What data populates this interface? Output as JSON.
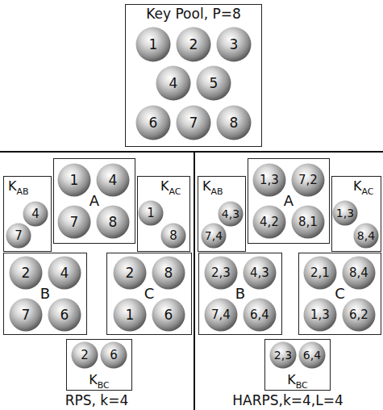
{
  "diagram": {
    "nodes": [
      {
        "text": [
          "Key Pool, P=8"
        ]
      },
      {
        "text": [
          "1"
        ],
        "in": 0
      },
      {
        "text": [
          "2"
        ],
        "in": 0
      },
      {
        "text": [
          "3"
        ],
        "in": 0
      },
      {
        "text": [
          "4"
        ],
        "in": 0
      },
      {
        "text": [
          "5"
        ],
        "in": 0
      },
      {
        "text": [
          "6"
        ],
        "in": 0
      },
      {
        "text": [
          "7"
        ],
        "in": 0
      },
      {
        "text": [
          "8"
        ],
        "in": 0
      },
      {
        "text": [
          "K",
          "AB"
        ]
      },
      {
        "text": [
          "4"
        ],
        "in": 9
      },
      {
        "text": [
          "7"
        ],
        "in": 9
      },
      {
        "text": [
          "A"
        ]
      },
      {
        "text": [
          "1"
        ],
        "in": 12
      },
      {
        "text": [
          "4"
        ],
        "in": 12
      },
      {
        "text": [
          "7"
        ],
        "in": 12
      },
      {
        "text": [
          "8"
        ],
        "in": 12
      },
      {
        "text": [
          "K",
          "AC"
        ]
      },
      {
        "text": [
          "1"
        ],
        "in": 17
      },
      {
        "text": [
          "8"
        ],
        "in": 17
      },
      {
        "text": [
          "B"
        ]
      },
      {
        "text": [
          "2"
        ],
        "in": 20
      },
      {
        "text": [
          "4"
        ],
        "in": 20
      },
      {
        "text": [
          "7"
        ],
        "in": 20
      },
      {
        "text": [
          "6"
        ],
        "in": 20
      },
      {
        "text": [
          "C"
        ]
      },
      {
        "text": [
          "2"
        ],
        "in": 25
      },
      {
        "text": [
          "8"
        ],
        "in": 25
      },
      {
        "text": [
          "1"
        ],
        "in": 25
      },
      {
        "text": [
          "6"
        ],
        "in": 25
      },
      {
        "text": [
          "K",
          "BC"
        ]
      },
      {
        "text": [
          "2"
        ],
        "in": 30
      },
      {
        "text": [
          "6"
        ],
        "in": 30
      },
      {
        "text": [
          "K",
          "AB"
        ]
      },
      {
        "text": [
          "4,3"
        ],
        "in": 33
      },
      {
        "text": [
          "7,4"
        ],
        "in": 33
      },
      {
        "text": [
          "A"
        ]
      },
      {
        "text": [
          "1,3"
        ],
        "in": 36
      },
      {
        "text": [
          "7,2"
        ],
        "in": 36
      },
      {
        "text": [
          "4,2"
        ],
        "in": 36
      },
      {
        "text": [
          "8,1"
        ],
        "in": 36
      },
      {
        "text": [
          "K",
          "AC"
        ]
      },
      {
        "text": [
          "1,3"
        ],
        "in": 41
      },
      {
        "text": [
          "8,4"
        ],
        "in": 41
      },
      {
        "text": [
          "B"
        ]
      },
      {
        "text": [
          "2,3"
        ],
        "in": 44
      },
      {
        "text": [
          "4,3"
        ],
        "in": 44
      },
      {
        "text": [
          "7,4"
        ],
        "in": 44
      },
      {
        "text": [
          "6,4"
        ],
        "in": 44
      },
      {
        "text": [
          "C"
        ]
      },
      {
        "text": [
          "2,1"
        ],
        "in": 49
      },
      {
        "text": [
          "8,4"
        ],
        "in": 49
      },
      {
        "text": [
          "1,3"
        ],
        "in": 49
      },
      {
        "text": [
          "6,2"
        ],
        "in": 49
      },
      {
        "text": [
          "K",
          "BC"
        ]
      },
      {
        "text": [
          "2,3"
        ],
        "in": 54
      },
      {
        "text": [
          "6,4"
        ],
        "in": 54
      }
    ],
    "labels": [
      "RPS, k=4",
      "HARPS,k=4,L=4"
    ]
  }
}
